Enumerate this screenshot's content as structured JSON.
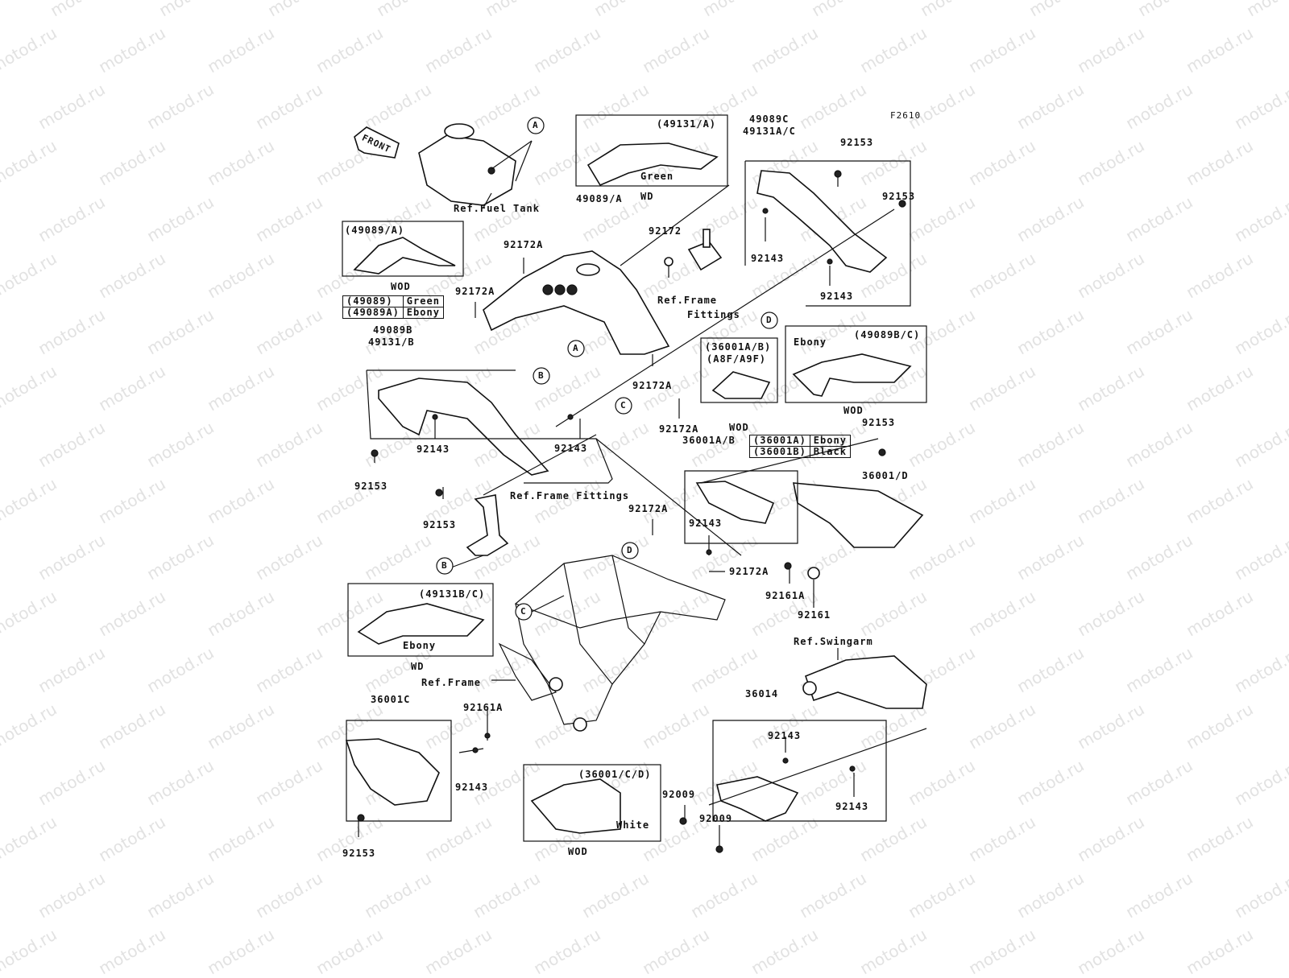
{
  "watermark": "motod.ru",
  "figure_code": "F2610",
  "front_label": "FRONT",
  "labels": {
    "ref_fuel_tank": "Ref.Fuel Tank",
    "ref_frame_fittings_1": "Ref.Frame",
    "ref_frame_fittings_2": "Fittings",
    "ref_frame_fittings_3": "Ref.Frame Fittings",
    "ref_frame": "Ref.Frame",
    "ref_swingarm": "Ref.Swingarm",
    "p49089a": "49089/A",
    "p49089c": "49089C",
    "p49131ac": "49131A/C",
    "p92153_a": "92153",
    "p92153_b": "92153",
    "p92153_c": "92153",
    "p92153_d": "92153",
    "p92153_e": "92153",
    "p92153_f": "92153",
    "p92172": "92172",
    "p92172a_1": "92172A",
    "p92172a_2": "92172A",
    "p92172a_3": "92172A",
    "p92172a_4": "92172A",
    "p92172a_5": "92172A",
    "p92172a_6": "92172A",
    "p92143_1": "92143",
    "p92143_2": "92143",
    "p92143_3": "92143",
    "p92143_4": "92143",
    "p92143_5": "92143",
    "p92143_6": "92143",
    "p92143_7": "92143",
    "p92143_8": "92143",
    "p49089b": "49089B",
    "p49131b": "49131/B",
    "p36001ab": "36001A/B",
    "p36001d": "36001/D",
    "p92161a_1": "92161A",
    "p92161a_2": "92161A",
    "p92161": "92161",
    "p36001c": "36001C",
    "p36014": "36014",
    "p92009_1": "92009",
    "p92009_2": "92009"
  },
  "insets": {
    "i49131a": {
      "title": "(49131/A)",
      "color": "Green",
      "code": "WD"
    },
    "i49089a": {
      "title": "(49089/A)",
      "code": "WOD"
    },
    "i36001ab": {
      "title1": "(36001A/B)",
      "title2": "(A8F/A9F)",
      "code": "WOD"
    },
    "i49089bc": {
      "title": "(49089B/C)",
      "color": "Ebony",
      "code": "WOD"
    },
    "i49131bc": {
      "title": "(49131B/C)",
      "color": "Ebony",
      "code": "WD"
    },
    "i36001cd": {
      "title": "(36001/C/D)",
      "color": "White",
      "code": "WOD"
    }
  },
  "tables": {
    "t49089": [
      [
        "(49089)",
        "Green"
      ],
      [
        "(49089A)",
        "Ebony"
      ]
    ],
    "t36001": [
      [
        "(36001A)",
        "Ebony"
      ],
      [
        "(36001B)",
        "Black"
      ]
    ]
  },
  "callouts": {
    "A1": "A",
    "A2": "A",
    "B1": "B",
    "B2": "B",
    "C1": "C",
    "C2": "C",
    "D1": "D",
    "D2": "D"
  }
}
